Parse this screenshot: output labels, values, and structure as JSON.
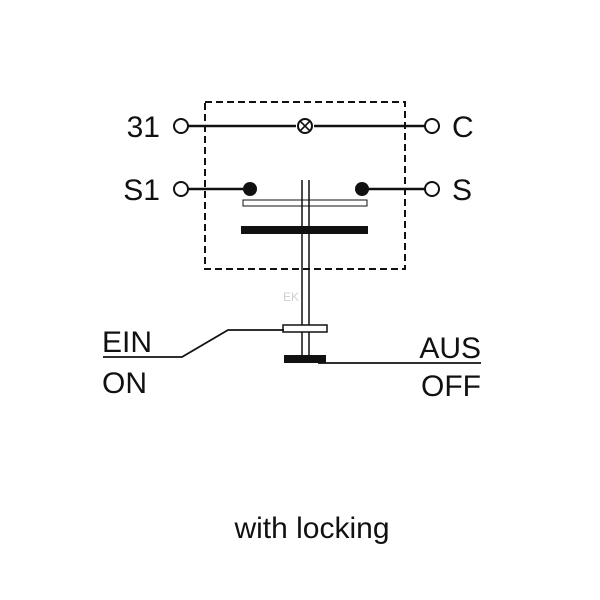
{
  "terminals": {
    "top_left": "31",
    "top_right": "C",
    "mid_left": "S1",
    "mid_right": "S"
  },
  "positions": {
    "left_top": "EIN",
    "left_bottom": "ON",
    "right_top": "AUS",
    "right_bottom": "OFF"
  },
  "caption": "with locking",
  "colors": {
    "ink": "#111111",
    "background": "#ffffff",
    "watermark": "#d0d0d0"
  }
}
